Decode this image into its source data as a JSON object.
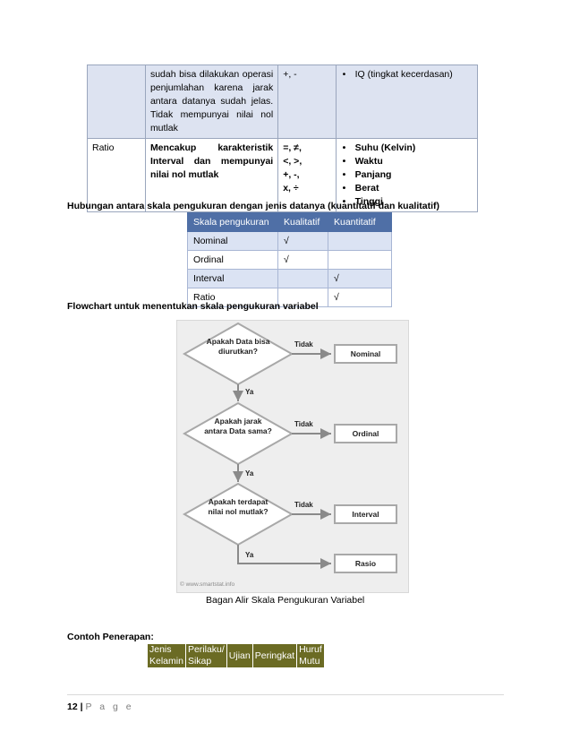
{
  "table_top": {
    "row1": {
      "desc": "sudah bisa dilakukan operasi penjumlahan karena jarak antara datanya sudah jelas. Tidak mempunyai nilai nol mutlak",
      "ops": "+, -",
      "examples": [
        "IQ (tingkat kecerdasan)"
      ]
    },
    "row2": {
      "name": "Ratio",
      "desc": "Mencakup karakteristik Interval dan mempunyai nilai nol mutlak",
      "ops_lines": [
        "=, ≠,",
        "<, >,",
        "+, -,",
        "x, ÷"
      ],
      "examples": [
        "Suhu (Kelvin)",
        "Waktu",
        "Panjang",
        "Berat",
        "Tinggi"
      ]
    }
  },
  "heading1": "Hubungan antara skala pengukuran dengan jenis datanya (kuantitatif dan kualitatif)",
  "scale_table": {
    "headers": [
      "Skala pengukuran",
      "Kualitatif",
      "Kuantitatif"
    ],
    "rows": [
      [
        "Nominal",
        "√",
        ""
      ],
      [
        "Ordinal",
        "√",
        ""
      ],
      [
        "Interval",
        "",
        "√"
      ],
      [
        "Ratio",
        "",
        "√"
      ]
    ]
  },
  "heading2": "Flowchart untuk menentukan skala pengukuran variabel",
  "flowchart": {
    "questions": [
      "Apakah Data bisa diurutkan?",
      "Apakah jarak antara Data sama?",
      "Apakah terdapat nilai nol mutlak?"
    ],
    "no_label": "Tidak",
    "yes_label": "Ya",
    "results": [
      "Nominal",
      "Ordinal",
      "Interval",
      "Rasio"
    ],
    "watermark": "© www.smartstat.info"
  },
  "caption": "Bagan Alir Skala Pengukuran Variabel",
  "heading3": "Contoh Penerapan:",
  "example_table": {
    "col1": [
      "Jenis",
      "Kelamin"
    ],
    "col2": [
      "Perilaku/",
      "Sikap"
    ],
    "col3": "Ujian",
    "col4": "Peringkat",
    "col5": [
      "Huruf",
      "Mutu"
    ]
  },
  "footer": {
    "page_number": "12",
    "sep": "|",
    "page_label": "P a g e"
  }
}
